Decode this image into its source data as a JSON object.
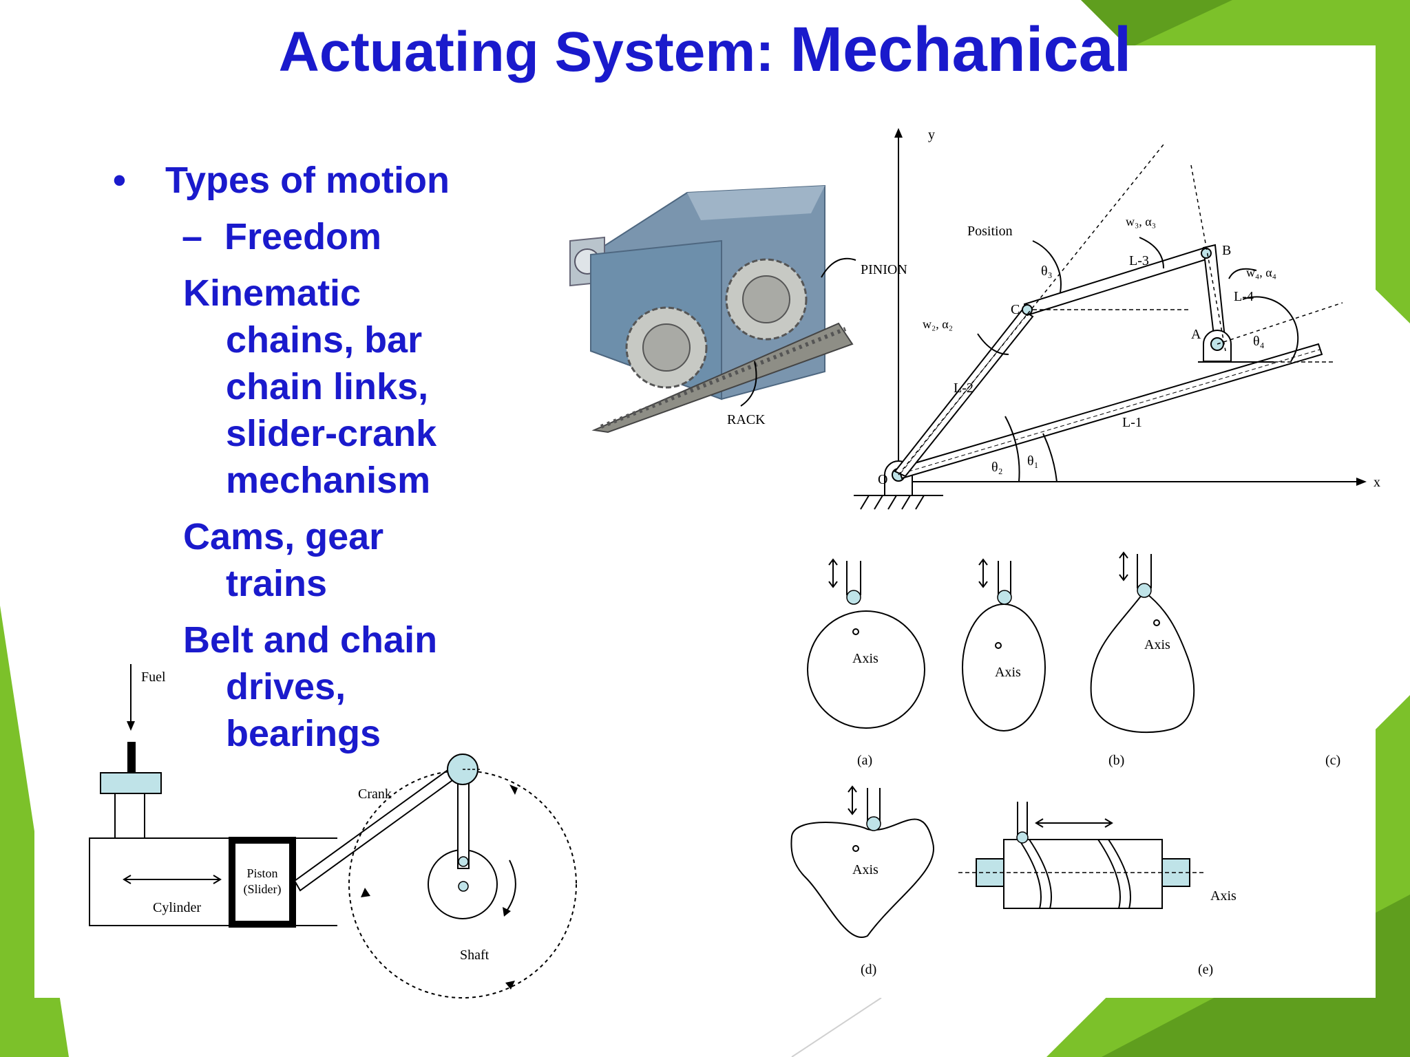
{
  "slide": {
    "title_part1": "Actuating System: ",
    "title_part2": "Mechanical"
  },
  "bullets": {
    "level1": "Types of motion",
    "freedom": "Freedom",
    "items": [
      {
        "first": "Kinematic",
        "rest": [
          "chains, bar",
          "chain links,",
          "slider-crank",
          "mechanism"
        ]
      },
      {
        "first": "Cams, gear",
        "rest": [
          "trains"
        ]
      },
      {
        "first": "Belt and chain",
        "rest": [
          "drives,",
          "bearings"
        ]
      }
    ]
  },
  "rack_pinion": {
    "pinion": "PINION",
    "rack": "RACK"
  },
  "linkage": {
    "y_axis": "y",
    "x_axis": "x",
    "position": "Position",
    "L1": "L-1",
    "L2": "L-2",
    "L3": "L-3",
    "L4": "L-4",
    "O": "O",
    "A": "A",
    "B": "B",
    "C": "C",
    "w2": "w₂, α₂",
    "w3": "w₃, α₃",
    "w4": "w₄, α₄",
    "t1": "θ₁",
    "t2": "θ₂",
    "t3": "θ₃",
    "t4": "θ₄"
  },
  "cams": {
    "axis": "Axis",
    "a": "(a)",
    "b": "(b)",
    "c": "(c)",
    "d": "(d)",
    "e": "(e)"
  },
  "slider_crank": {
    "fuel": "Fuel",
    "crank": "Crank",
    "piston_1": "Piston",
    "piston_2": "(Slider)",
    "cylinder": "Cylinder",
    "shaft": "Shaft"
  },
  "colors": {
    "title": "#1a1acc",
    "accent_green": "#7cc12a",
    "dark_green": "#5f9e1e",
    "part_fill": "#bfe3e8",
    "gear_blue": "#6d8fab"
  }
}
